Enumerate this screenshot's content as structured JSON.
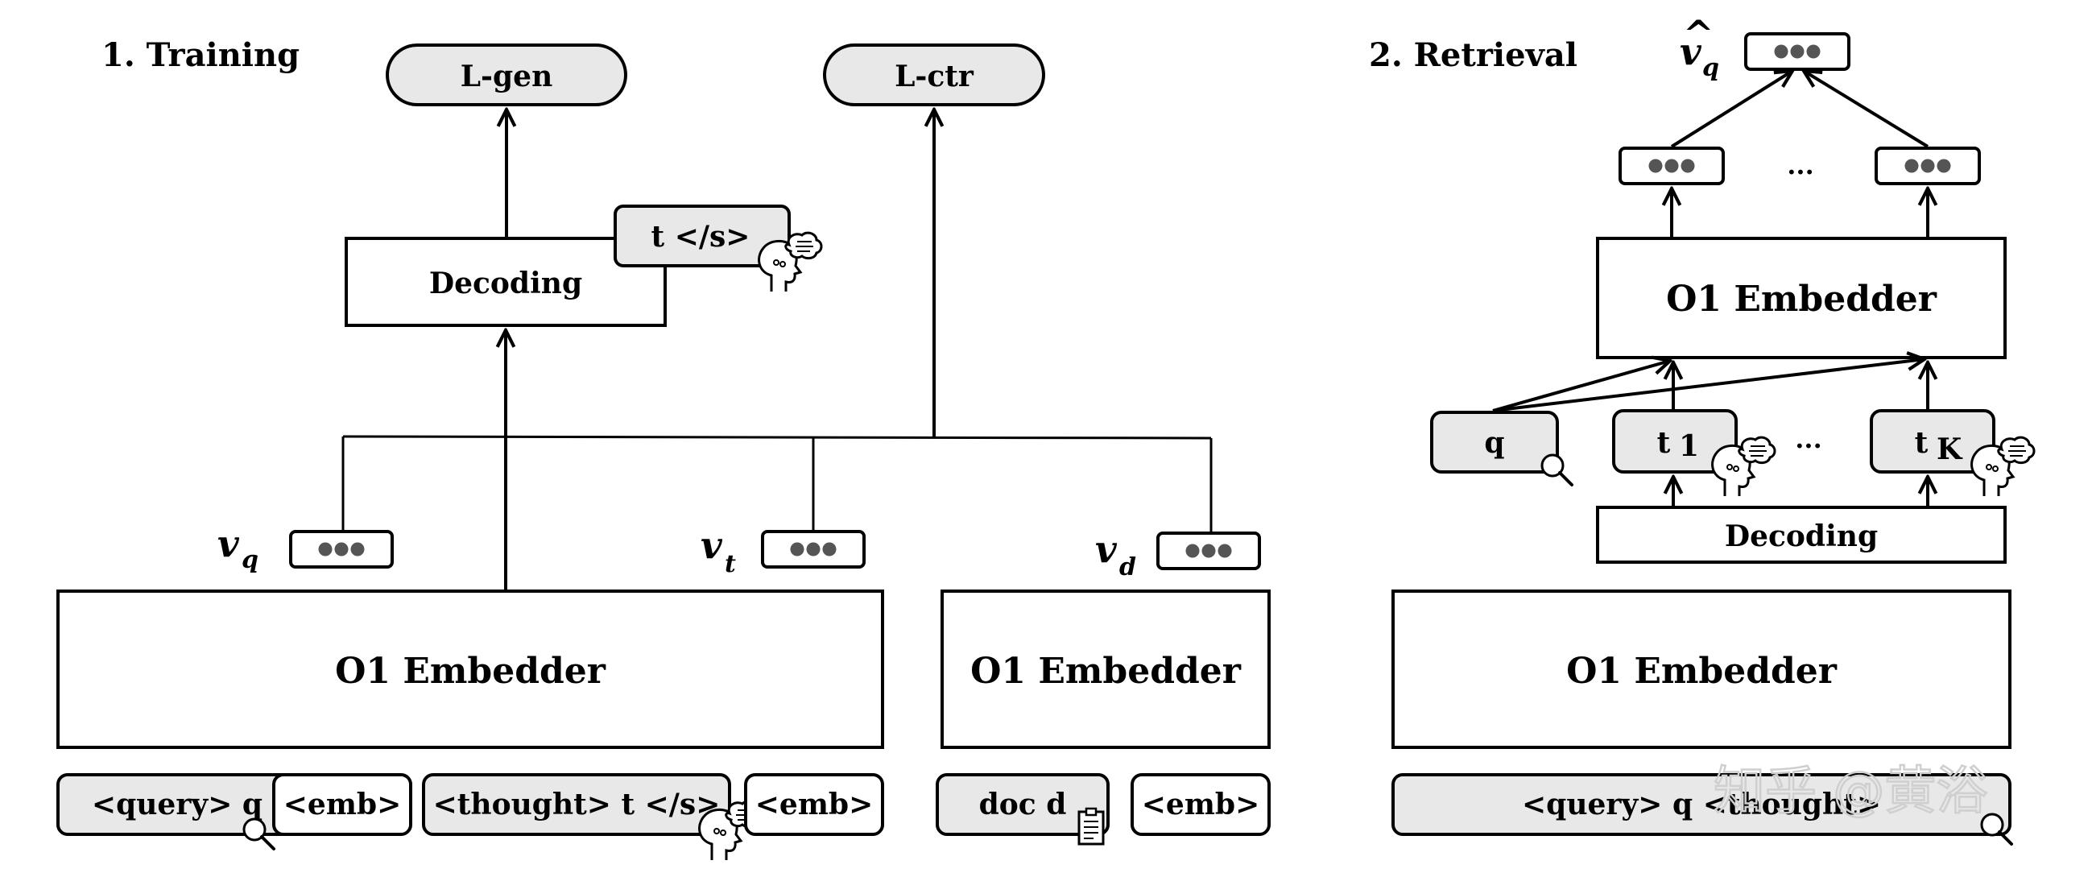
{
  "training": {
    "section_title": "1. Training",
    "l_gen": "L-gen",
    "l_ctr": "L-ctr",
    "decoding": "Decoding",
    "thought_tag": "t </s>",
    "embedder_main": "O1 Embedder",
    "embedder_doc": "O1 Embedder",
    "vq": "v",
    "vq_sub": "q",
    "vt": "v",
    "vt_sub": "t",
    "vd": "v",
    "vd_sub": "d",
    "tokens": {
      "query": "<query> q",
      "emb1": "<emb>",
      "thought": "<thought> t </s>",
      "emb2": "<emb>",
      "doc": "doc d",
      "emb3": "<emb>"
    }
  },
  "retrieval": {
    "section_title": "2. Retrieval",
    "vq_hat": "v",
    "vq_hat_accent": "^",
    "vq_hat_sub": "q",
    "embedder_top": "O1 Embedder",
    "embedder_bottom": "O1 Embedder",
    "decoding": "Decoding",
    "q": "q",
    "t1": "t",
    "t1_sub": "1",
    "tk": "t",
    "tk_sub": "K",
    "ellipsis_top": "...",
    "ellipsis_mid": "...",
    "input_bar": "<query> q <thought>"
  },
  "watermark": "知乎 @黄浴",
  "icons": {
    "search": "magnifier-icon",
    "thinking": "thinking-head-icon",
    "document": "document-icon",
    "vector": "vector-dots-icon"
  }
}
